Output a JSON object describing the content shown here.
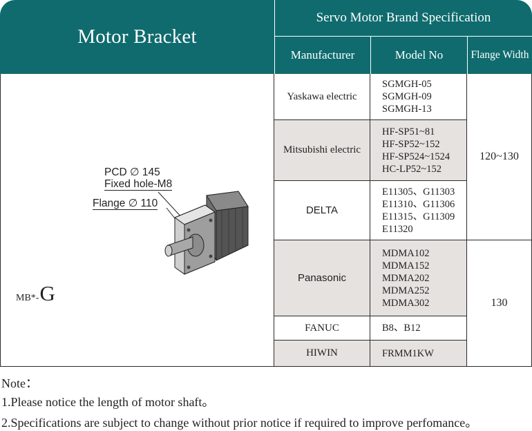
{
  "header": {
    "title": "Motor Bracket",
    "spec_title": "Servo Motor Brand Specification",
    "col_manufacturer": "Manufacturer",
    "col_model": "Model No",
    "col_flange": "Flange Width"
  },
  "bracket": {
    "code_prefix": "MB*-",
    "code_letter": "G",
    "pcd_label": "PCD ∅ 145",
    "fixed_hole_label": "Fixed hole-M8",
    "flange_label": "Flange ∅ 110"
  },
  "rows": [
    {
      "manufacturer": "Yaskawa electric",
      "models": [
        "SGMGH-05",
        "SGMGH-09",
        "SGMGH-13"
      ]
    },
    {
      "manufacturer": "Mitsubishi electric",
      "models": [
        "HF-SP51~81",
        "HF-SP52~152",
        "HF-SP524~1524",
        "HC-LP52~152"
      ]
    },
    {
      "manufacturer": "DELTA",
      "models": [
        "E11305、G11303",
        "E11310、G11306",
        "E11315、G11309",
        "E11320"
      ]
    },
    {
      "manufacturer": "Panasonic",
      "models": [
        "MDMA102",
        "MDMA152",
        "MDMA202",
        "MDMA252",
        "MDMA302"
      ]
    },
    {
      "manufacturer": "FANUC",
      "models": [
        "B8、B12"
      ]
    },
    {
      "manufacturer": "HIWIN",
      "models": [
        "FRMM1KW"
      ]
    }
  ],
  "flange_groups": [
    "120~130",
    "130"
  ],
  "notes": {
    "heading": "Note：",
    "items": [
      "1.Please notice the length of motor shaft。",
      "2.Specifications are subject to change without prior notice if required to improve perfomance。"
    ]
  },
  "colors": {
    "header_teal": "#0f6b6e",
    "row_grey": "#e6e2df"
  }
}
